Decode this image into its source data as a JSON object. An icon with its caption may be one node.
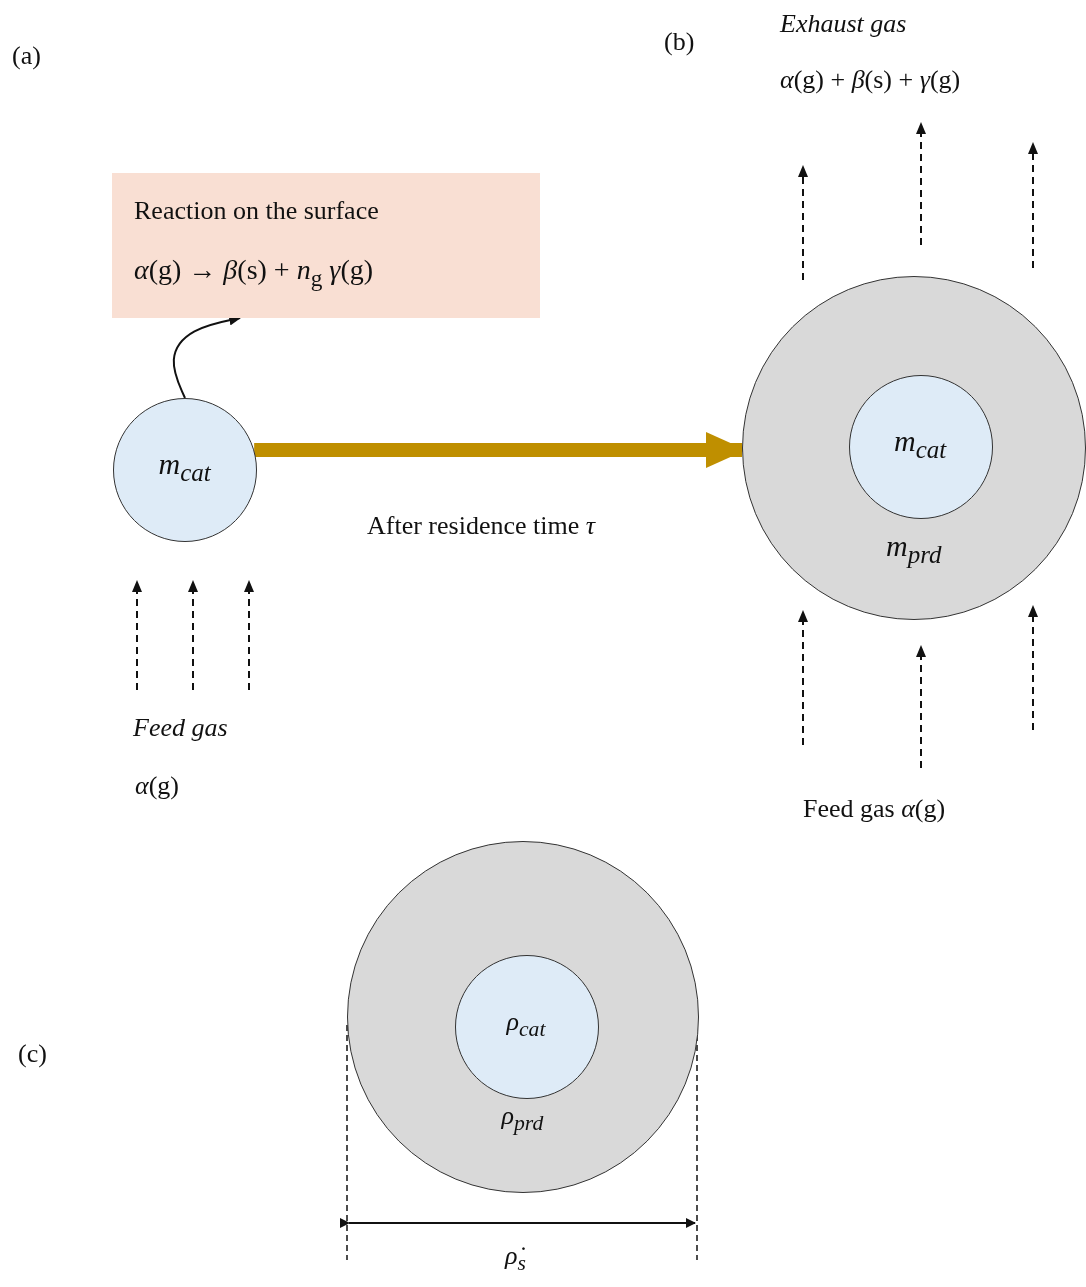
{
  "diagram": {
    "nodes": [
      {
        "text": [
          "Reaction on the surface",
          "*α*(g) → *β*(s) + *n*$_{g}$ *γ*(g)"
        ]
      },
      {
        "text": [
          "m$_{cat}$"
        ]
      },
      {
        "text": [
          "m$_{prd}$"
        ]
      },
      {
        "text": [
          "m$_{cat}$"
        ],
        "in": 2
      },
      {
        "text": [
          "ρ$_{prd}$"
        ]
      },
      {
        "text": [
          "ρ$_{cat}$"
        ],
        "in": 4
      }
    ],
    "edges": [
      {
        "from": 1,
        "to": 0,
        "arrow": "to"
      },
      {
        "from": 1,
        "to": 2,
        "arrow": "to",
        "label": "After residence time *τ*",
        "style": "thick",
        "color": "#bf8f00"
      }
    ],
    "labels": [
      "(a)",
      "(b)",
      "Exhaust gas",
      "*α*(g) + *β*(s) + *γ*(g)",
      "Feed gas",
      "*α*(g)",
      "Feed gas *α*(g)",
      "(c)",
      "ρ̇$_{s}$"
    ]
  }
}
